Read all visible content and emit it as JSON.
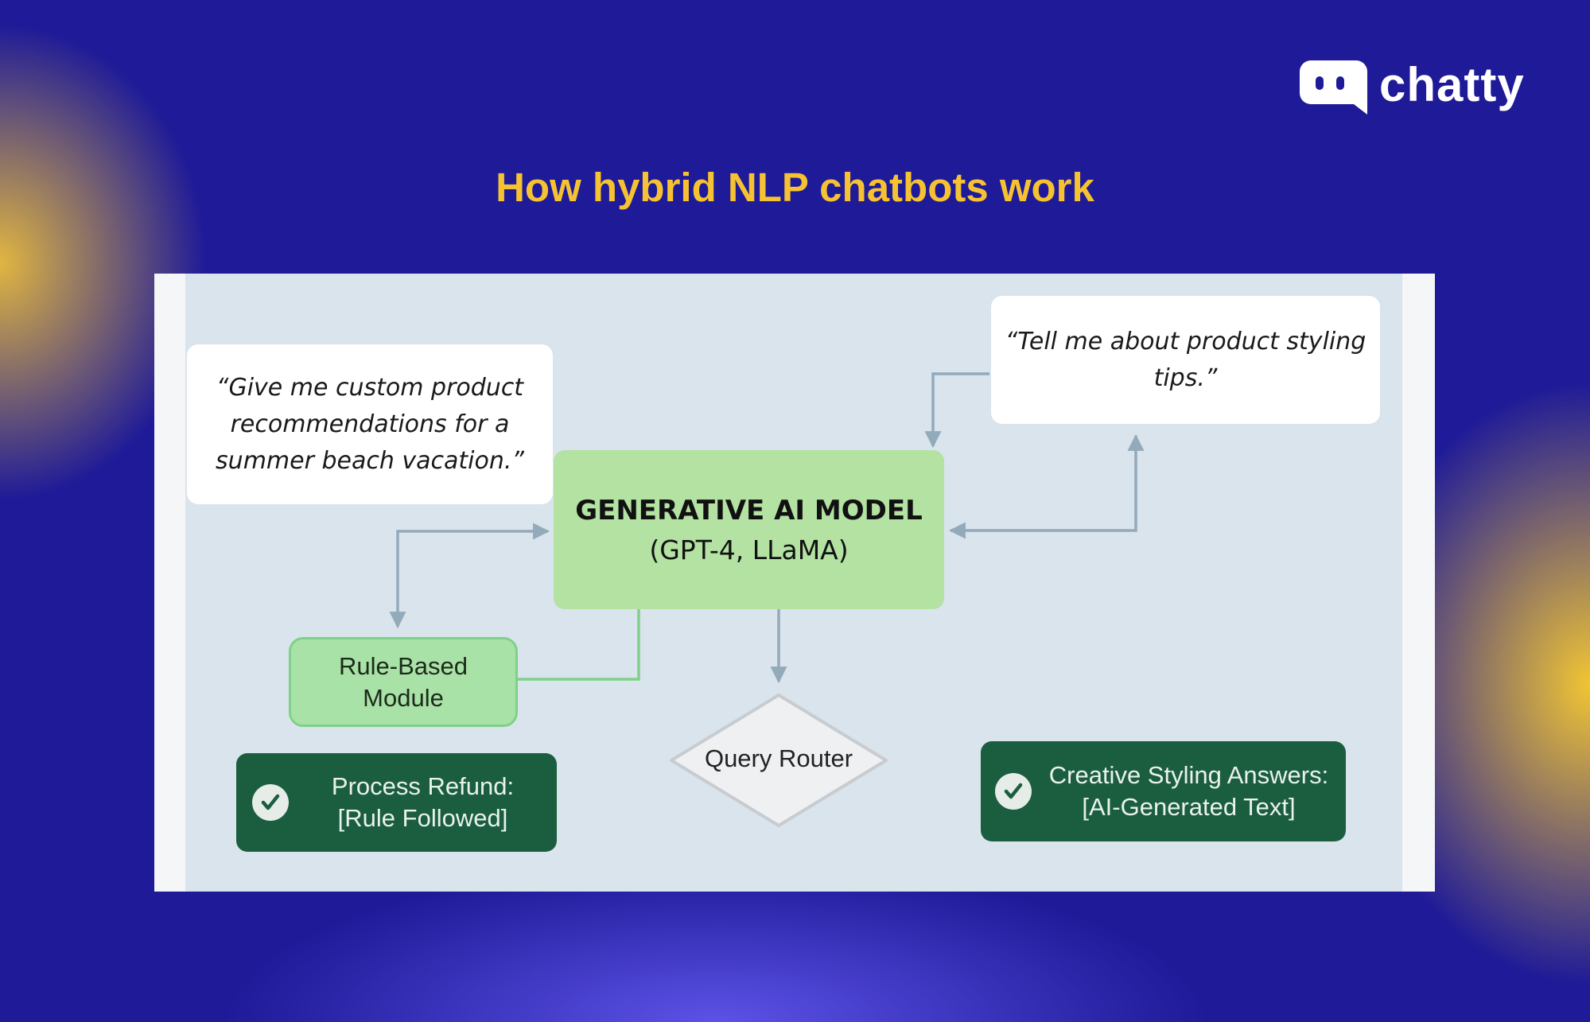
{
  "brand": {
    "name": "chatty",
    "logo_icon": "chat-bubble-icon"
  },
  "title": "How hybrid NLP chatbots work",
  "diagram": {
    "quote_left": "“Give me custom product recommendations for a summer beach vacation.”",
    "quote_right": "“Tell me about product styling tips.”",
    "model": {
      "title": "GENERATIVE AI MODEL",
      "subtitle": "(GPT-4, LLaMA)"
    },
    "rule_module": {
      "line1": "Rule-Based",
      "line2": "Module"
    },
    "router": "Query Router",
    "result_left": {
      "line1": "Process Refund:",
      "line2": "[Rule Followed]",
      "icon": "check-circle-icon"
    },
    "result_right": {
      "line1": "Creative Styling Answers:",
      "line2": "[AI-Generated Text]",
      "icon": "check-circle-icon"
    }
  },
  "colors": {
    "background": "#1e1a98",
    "title": "#f6c232",
    "model_fill": "#b3e2a3",
    "result_fill": "#1b5e3f",
    "arrow": "#93aabb"
  }
}
